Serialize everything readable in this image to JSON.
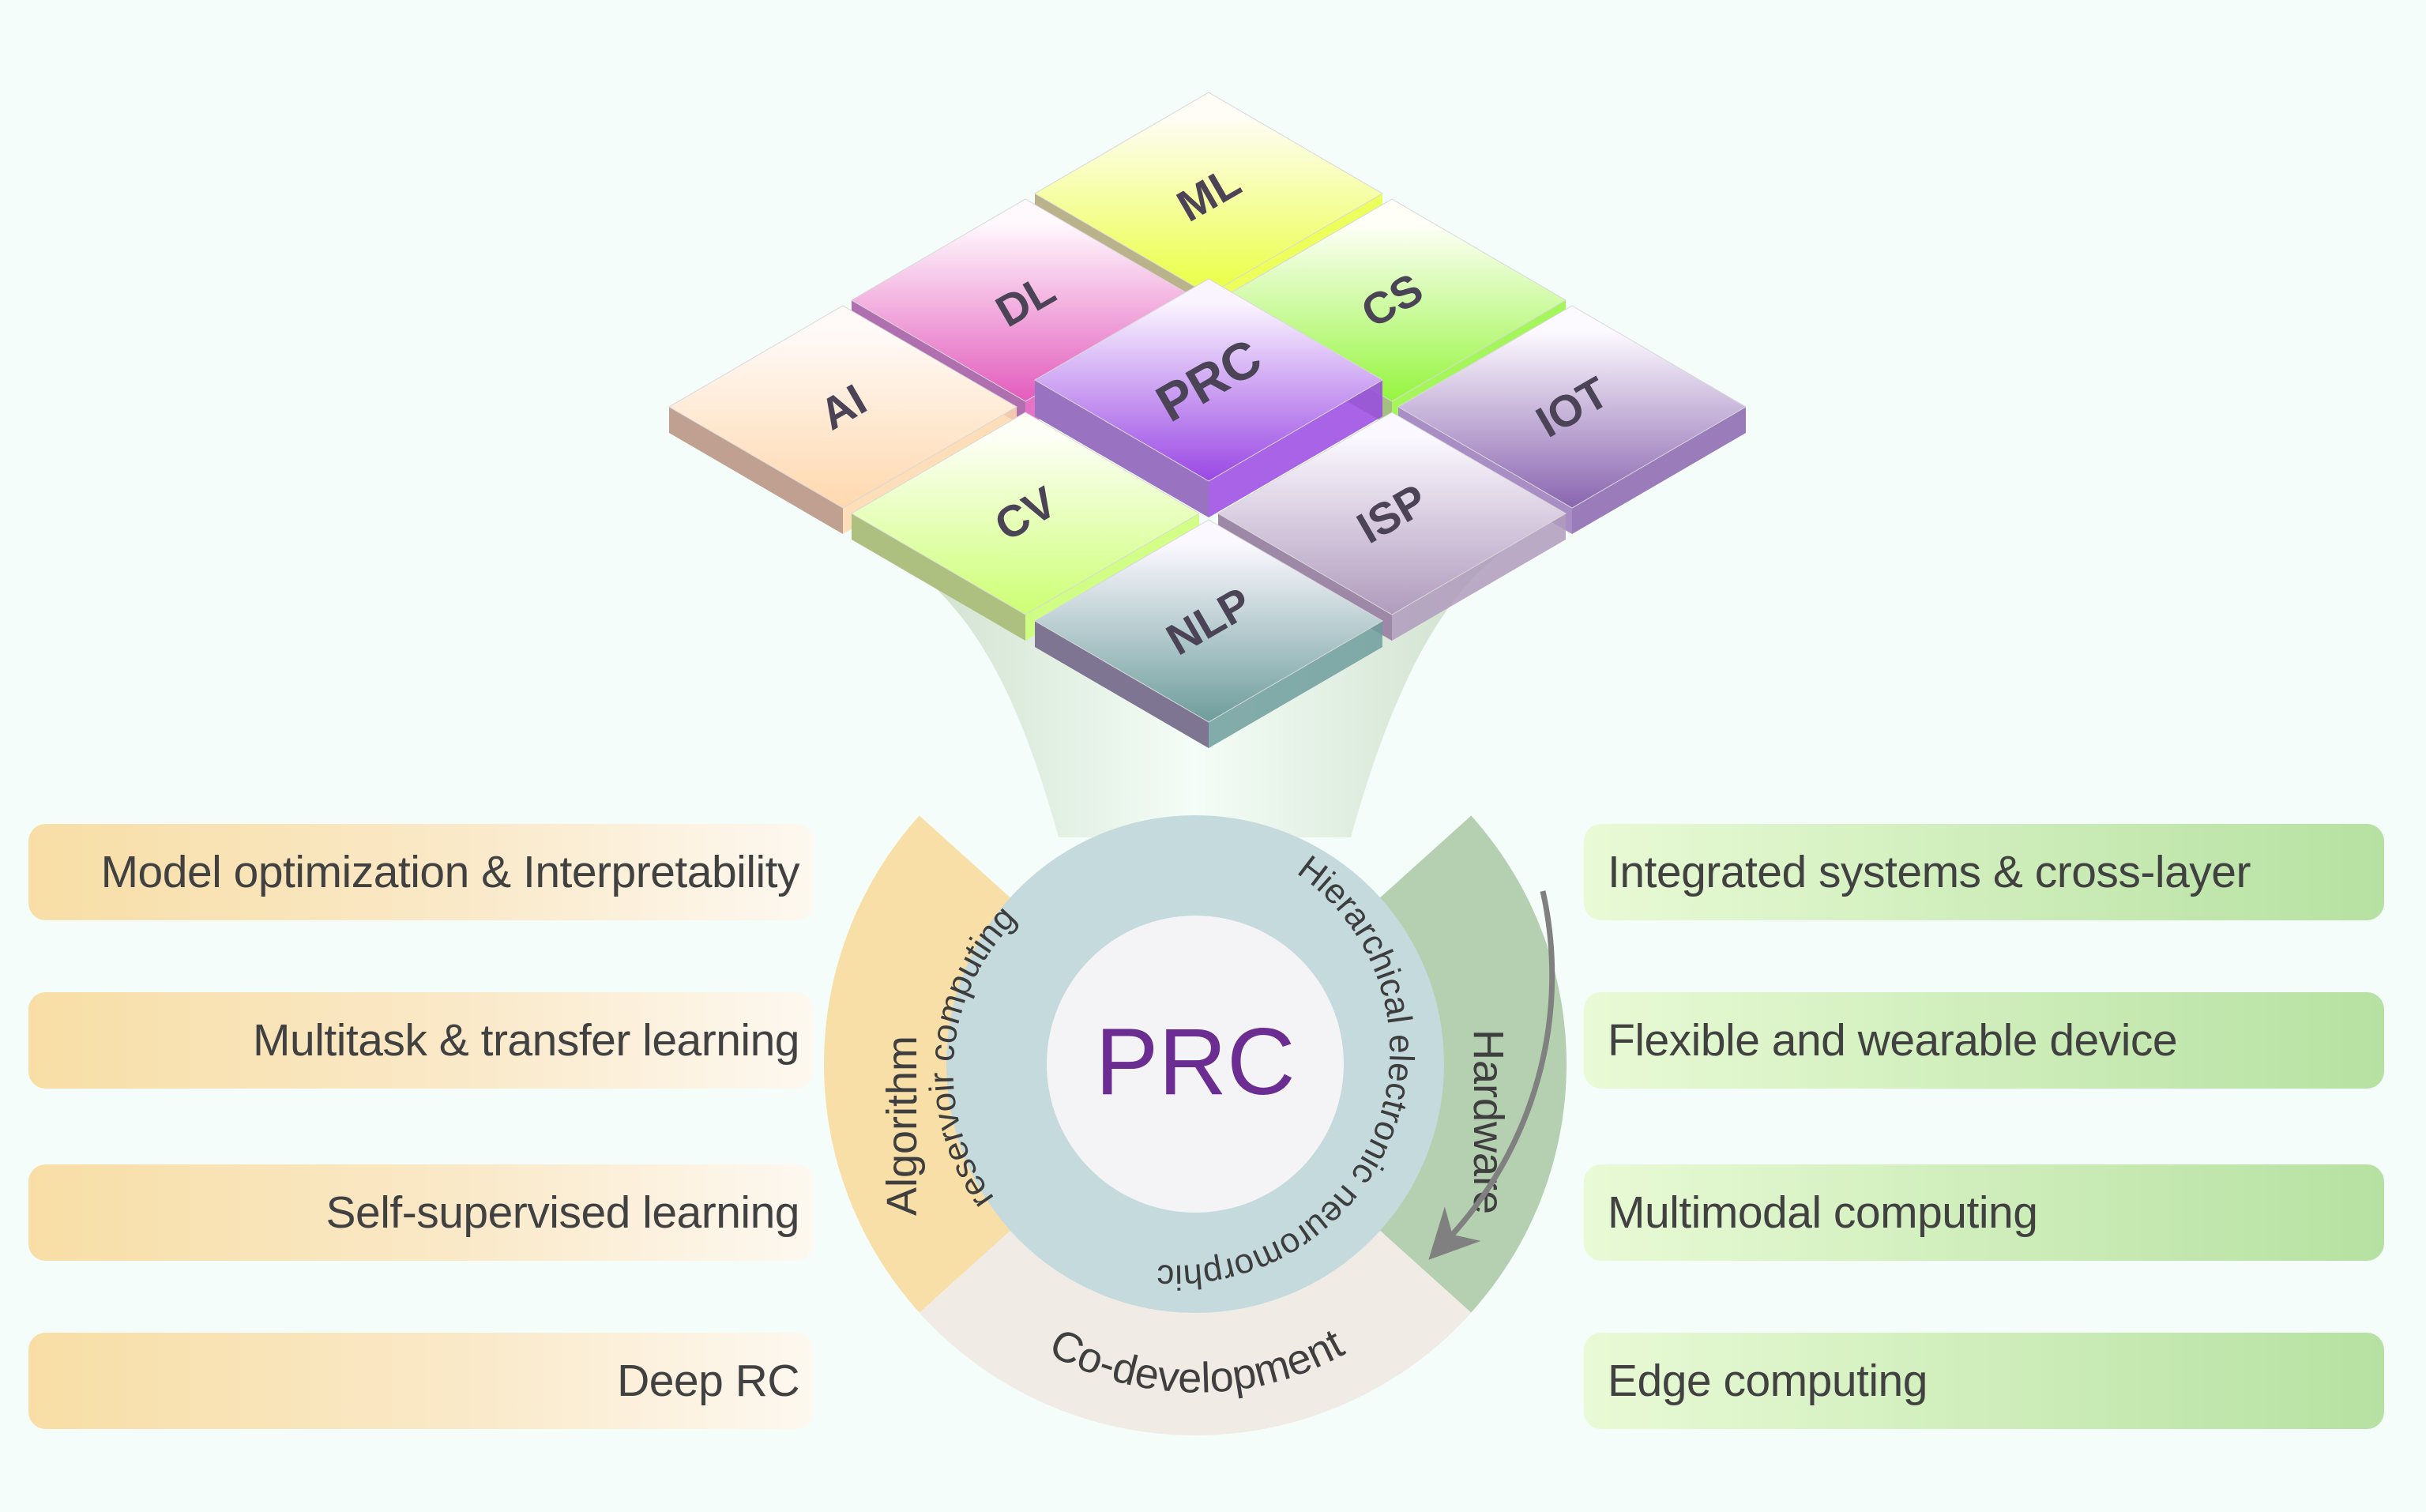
{
  "figure": {
    "center_label": "PRC",
    "inner_ring_text_left": "reservoir computing",
    "inner_ring_text": "Hierarchical electronic neuromorphic reservoir computing",
    "outer_segments": [
      {
        "label": "Algorithm",
        "color": "#f8dfa7"
      },
      {
        "label": "Hardware",
        "color": "#b5cfb1"
      },
      {
        "label": "Co-development",
        "color": "#f1ebe6"
      }
    ],
    "inner_ring_color": "#c5dadc",
    "center_color": "#f4f3f5",
    "center_text_color": "#6b2d91",
    "arrow_color": "#808080"
  },
  "tiles": [
    {
      "label": "ML",
      "color_top": "#fffdf6",
      "color_bottom": "#eaff40",
      "side": "#b9b28a"
    },
    {
      "label": "DL",
      "color_top": "#fff8fd",
      "color_bottom": "#e35cbd",
      "side": "#b070b0"
    },
    {
      "label": "CS",
      "color_top": "#fffff8",
      "color_bottom": "#95f53e",
      "side": "#a4bf80"
    },
    {
      "label": "AI",
      "color_top": "#fffaf8",
      "color_bottom": "#ffd8ae",
      "side": "#c0a090"
    },
    {
      "label": "PRC",
      "color_top": "#faf4ff",
      "color_bottom": "#9a48e4",
      "side": "#9a72c2"
    },
    {
      "label": "IOT",
      "color_top": "#fdfaff",
      "color_bottom": "#8a65b0",
      "side": "#a88ec4"
    },
    {
      "label": "CV",
      "color_top": "#fdfff6",
      "color_bottom": "#ccff73",
      "side": "#adc080"
    },
    {
      "label": "ISP",
      "color_top": "#fbf8ff",
      "color_bottom": "#b09bbd",
      "side": "#9d88a8"
    },
    {
      "label": "NLP",
      "color_top": "#fbf8ff",
      "color_bottom": "#6e9d9c",
      "side": "#7d7592"
    }
  ],
  "algorithm_items": [
    "Model optimization & Interpretability",
    "Multitask & transfer learning",
    "Self-supervised learning",
    "Deep RC"
  ],
  "hardware_items": [
    "Integrated systems & cross-layer",
    "Flexible and wearable device",
    "Multimodal computing",
    "Edge computing"
  ]
}
